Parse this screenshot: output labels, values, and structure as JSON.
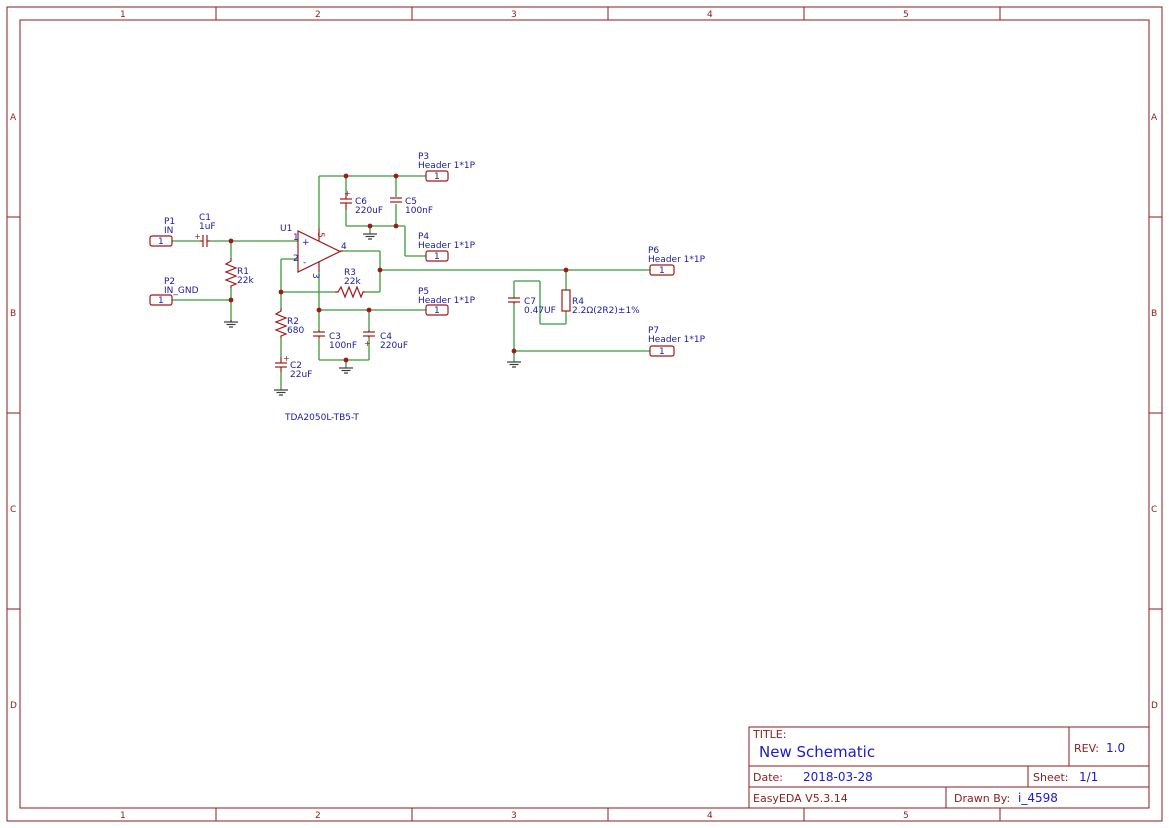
{
  "frame": {
    "columns": [
      "1",
      "2",
      "3",
      "4",
      "5"
    ],
    "rows": [
      "A",
      "B",
      "C",
      "D"
    ]
  },
  "components": {
    "P1": {
      "ref": "P1",
      "value": "IN",
      "pin": "1"
    },
    "P2": {
      "ref": "P2",
      "value": "IN_GND",
      "pin": "1"
    },
    "P3": {
      "ref": "P3",
      "value": "Header 1*1P",
      "pin": "1"
    },
    "P4": {
      "ref": "P4",
      "value": "Header 1*1P",
      "pin": "1"
    },
    "P5": {
      "ref": "P5",
      "value": "Header 1*1P",
      "pin": "1"
    },
    "P6": {
      "ref": "P6",
      "value": "Header 1*1P",
      "pin": "1"
    },
    "P7": {
      "ref": "P7",
      "value": "Header 1*1P",
      "pin": "1"
    },
    "C1": {
      "ref": "C1",
      "value": "1uF"
    },
    "C2": {
      "ref": "C2",
      "value": "22uF"
    },
    "C3": {
      "ref": "C3",
      "value": "100nF"
    },
    "C4": {
      "ref": "C4",
      "value": "220uF"
    },
    "C5": {
      "ref": "C5",
      "value": "100nF"
    },
    "C6": {
      "ref": "C6",
      "value": "220uF"
    },
    "C7": {
      "ref": "C7",
      "value": "0.47UF"
    },
    "R1": {
      "ref": "R1",
      "value": "22k"
    },
    "R2": {
      "ref": "R2",
      "value": "680"
    },
    "R3": {
      "ref": "R3",
      "value": "22k"
    },
    "R4": {
      "ref": "R4",
      "value": "2.2Ω(2R2)±1%"
    },
    "U1": {
      "ref": "U1",
      "value": "TDA2050L-TB5-T",
      "pins": {
        "p1": "1",
        "p2": "2",
        "p3": "3",
        "p4": "4",
        "p5": "5",
        "plus": "+",
        "minus": "-"
      }
    }
  },
  "title_block": {
    "title_label": "TITLE:",
    "title": "New Schematic",
    "rev_label": "REV:",
    "rev": "1.0",
    "date_label": "Date:",
    "date": "2018-03-28",
    "sheet_label": "Sheet:",
    "sheet": "1/1",
    "software": "EasyEDA V5.3.14",
    "drawn_label": "Drawn By:",
    "drawn_by": "i_4598"
  },
  "colors": {
    "frame": "#8b1c1c",
    "wire": "#3a9a3a",
    "part": "#a01818",
    "label": "#1a1aa0",
    "title_value": "#1a1ad0"
  }
}
